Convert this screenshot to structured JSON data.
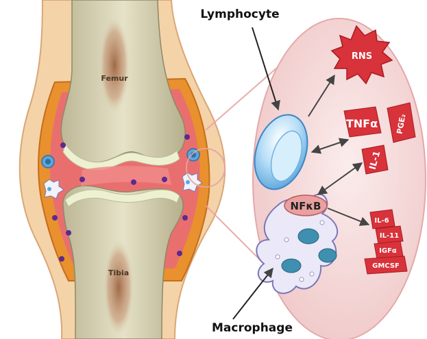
{
  "labels": {
    "femur": "Femur",
    "tibia": "Tibia",
    "lymphocyte": "Lymphocyte",
    "macrophage": "Macrophage",
    "nfkb": "NFκB",
    "rns": "RNS",
    "tnf": "TNFα",
    "pge": "PGE₂",
    "il1": "IL-1",
    "il6": "IL-6",
    "il11": "IL-11",
    "igf": "IGFα",
    "gmcsf": "GMCSF"
  },
  "colors": {
    "skin": "#f4d3a8",
    "synovium": "#e96f6f",
    "capsule": "#e8912e",
    "bone": "#d8d3b4",
    "marrow": "#b27c5a",
    "zoom_circle": "#f7dcdc",
    "cytokine": "#d8323a",
    "lymphocyte": "#9ccdf1",
    "macrophage": "#e8e6f6"
  }
}
